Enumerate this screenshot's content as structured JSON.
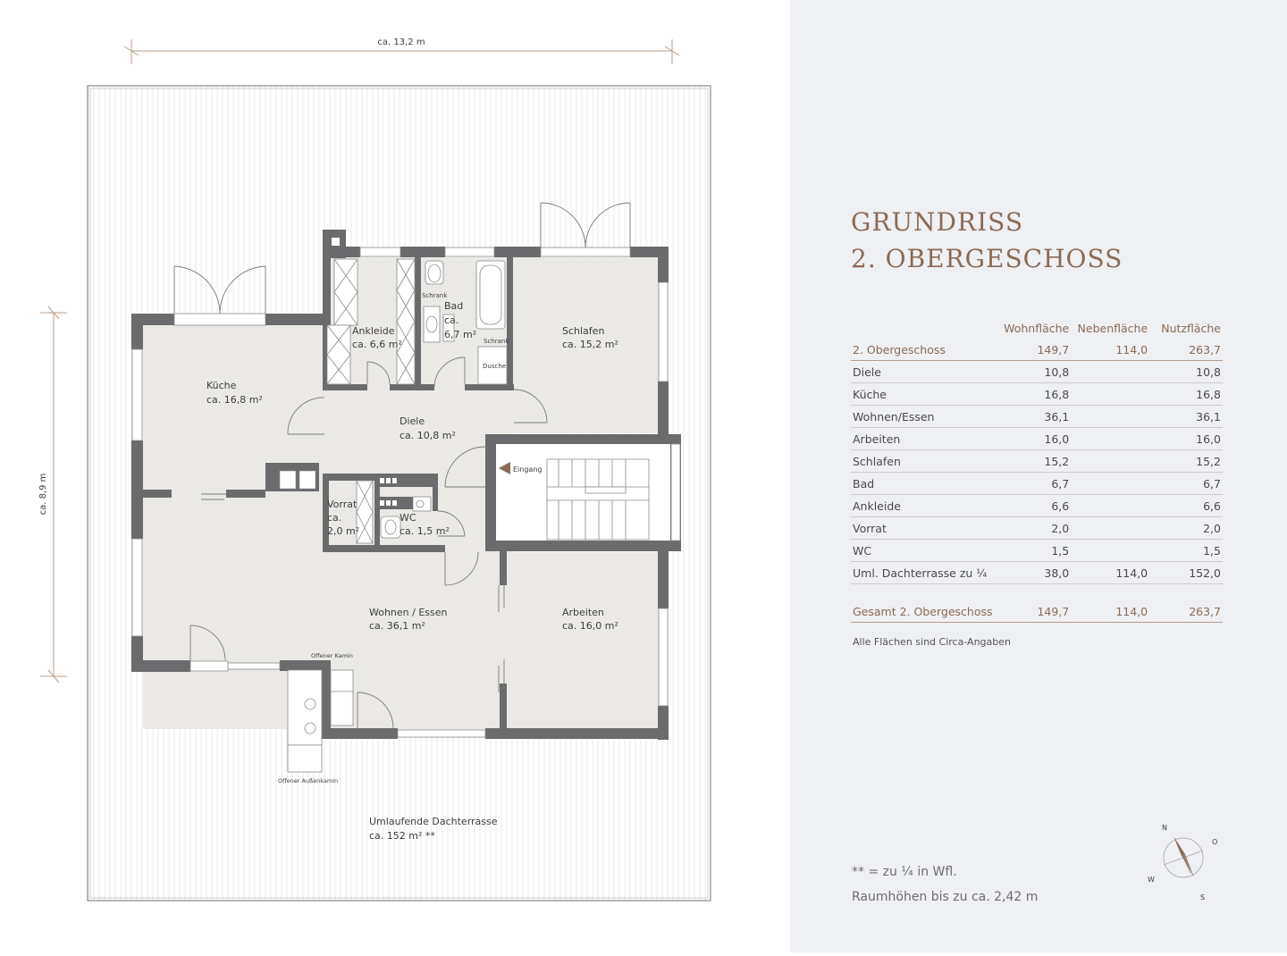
{
  "plan": {
    "dims": {
      "width": "ca. 13,2 m",
      "depth": "ca. 8,9 m"
    },
    "rooms": {
      "kueche": {
        "name": "Küche",
        "area": "ca. 16,8 m²"
      },
      "ankleide": {
        "name": "Ankleide",
        "area": "ca. 6,6 m²"
      },
      "bad": {
        "name": "Bad",
        "line2": "ca.",
        "line3": "6,7 m²"
      },
      "schlafen": {
        "name": "Schlafen",
        "area": "ca. 15,2 m²"
      },
      "diele": {
        "name": "Diele",
        "area": "ca. 10,8 m²"
      },
      "vorrat": {
        "name": "Vorrat",
        "line2": "ca.",
        "line3": "2,0 m²"
      },
      "wc": {
        "name": "WC",
        "area": "ca. 1,5 m²"
      },
      "wohnen": {
        "name": "Wohnen / Essen",
        "area": "ca. 36,1 m²"
      },
      "arbeiten": {
        "name": "Arbeiten",
        "area": "ca. 16,0 m²"
      },
      "terrasse": {
        "name": "Umlaufende Dachterrasse",
        "area": "ca. 152 m² **"
      }
    },
    "labels": {
      "schrank1": "Schrank",
      "schrank2": "Schrank",
      "dusche": "Dusche",
      "eingang": "Eingang",
      "kamin": "Offener Kamin",
      "aussenkamin": "Offener Außenkamin"
    }
  },
  "panel": {
    "title_line1": "GRUNDRISS",
    "title_line2": "2. OBERGESCHOSS",
    "columns": [
      "Wohnfläche",
      "Nebenfläche",
      "Nutzfläche"
    ],
    "summary": {
      "label": "2. Obergeschoss",
      "wohn": "149,7",
      "neben": "114,0",
      "nutz": "263,7"
    },
    "rows": [
      {
        "label": "Diele",
        "wohn": "10,8",
        "neben": "",
        "nutz": "10,8"
      },
      {
        "label": "Küche",
        "wohn": "16,8",
        "neben": "",
        "nutz": "16,8"
      },
      {
        "label": "Wohnen/Essen",
        "wohn": "36,1",
        "neben": "",
        "nutz": "36,1"
      },
      {
        "label": "Arbeiten",
        "wohn": "16,0",
        "neben": "",
        "nutz": "16,0"
      },
      {
        "label": "Schlafen",
        "wohn": "15,2",
        "neben": "",
        "nutz": "15,2"
      },
      {
        "label": "Bad",
        "wohn": "6,7",
        "neben": "",
        "nutz": "6,7"
      },
      {
        "label": "Ankleide",
        "wohn": "6,6",
        "neben": "",
        "nutz": "6,6"
      },
      {
        "label": "Vorrat",
        "wohn": "2,0",
        "neben": "",
        "nutz": "2,0"
      },
      {
        "label": "WC",
        "wohn": "1,5",
        "neben": "",
        "nutz": "1,5"
      },
      {
        "label": "Uml. Dachterrasse zu ¼",
        "wohn": "38,0",
        "neben": "114,0",
        "nutz": "152,0"
      }
    ],
    "total": {
      "label": "Gesamt 2. Obergeschoss",
      "wohn": "149,7",
      "neben": "114,0",
      "nutz": "263,7"
    },
    "note": "Alle Flächen sind Circa-Angaben",
    "footnote1": "** = zu ¼ in Wfl.",
    "footnote2": "Raumhöhen bis zu ca. 2,42 m",
    "compass": {
      "n": "N",
      "o": "O",
      "s": "S",
      "w": "W"
    }
  },
  "colors": {
    "wall": "#6b6b6d",
    "floor": "#ebe9e5",
    "accent": "#8c6a55",
    "panel": "#eef0f3"
  }
}
